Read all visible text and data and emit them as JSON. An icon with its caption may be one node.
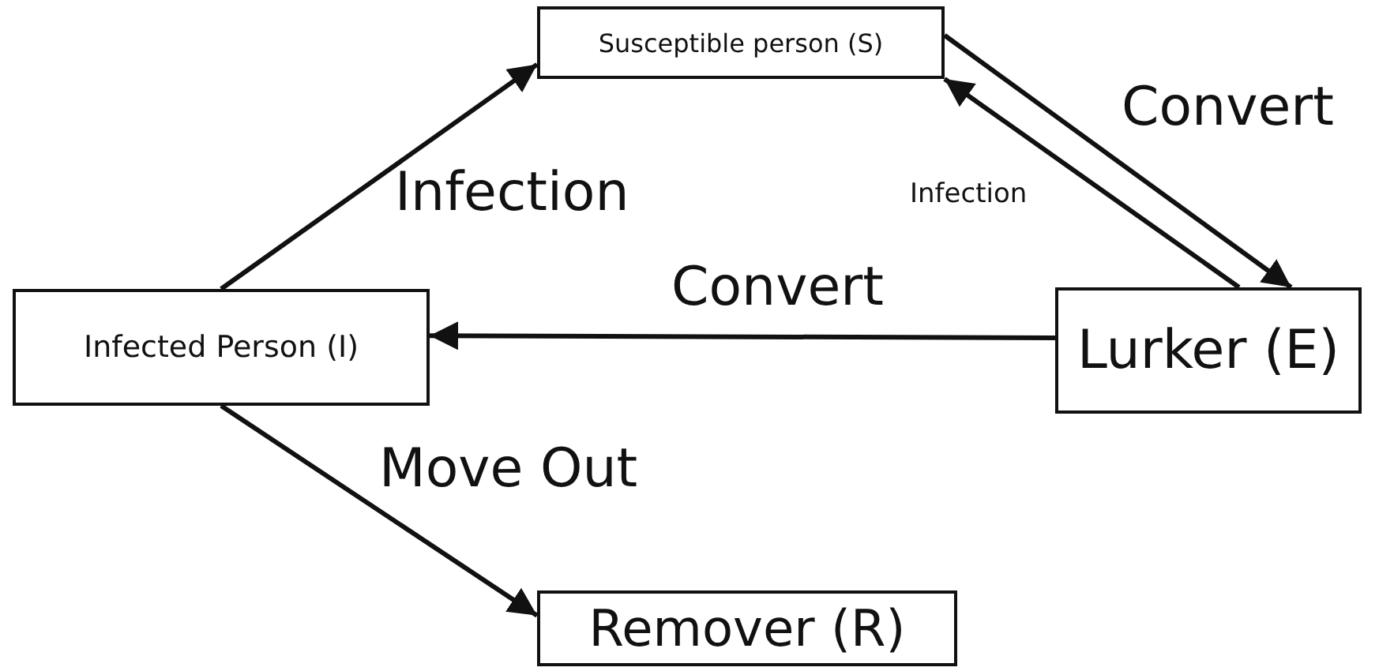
{
  "diagram": {
    "nodes": [
      {
        "text": [
          "Susceptible person (S)"
        ]
      },
      {
        "text": [
          "Infected Person (I)"
        ]
      },
      {
        "text": [
          "Lurker (E)"
        ]
      },
      {
        "text": [
          "Remover (R)"
        ]
      }
    ],
    "edges": [
      {
        "from": 1,
        "to": 0,
        "arrow": "to",
        "label": "Infection"
      },
      {
        "from": 0,
        "to": 2,
        "arrow": "to",
        "label": "Convert"
      },
      {
        "from": 2,
        "to": 0,
        "arrow": "to",
        "label": "Infection"
      },
      {
        "from": 2,
        "to": 1,
        "arrow": "to",
        "label": "Convert"
      },
      {
        "from": 1,
        "to": 3,
        "arrow": "to",
        "label": "Move Out"
      }
    ]
  }
}
